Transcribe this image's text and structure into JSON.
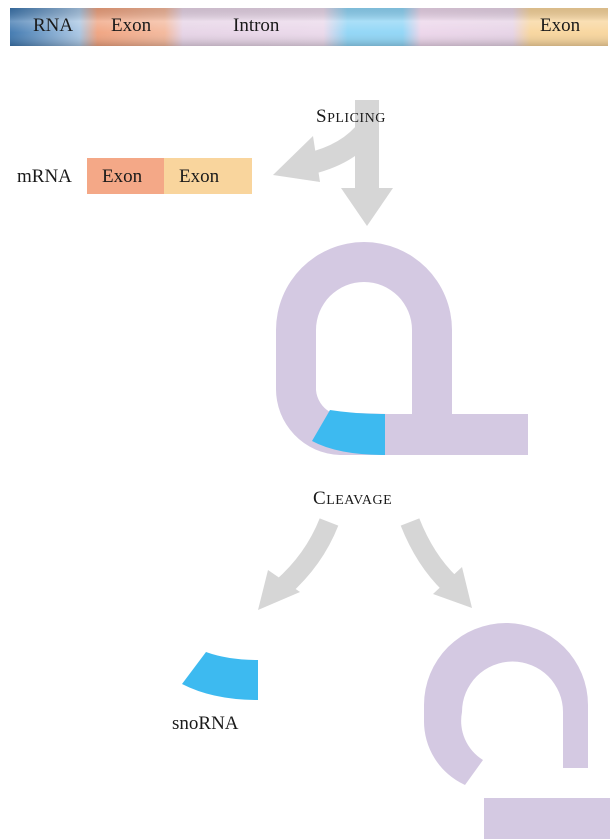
{
  "rna_strip": {
    "label_rna": "RNA",
    "label_exon_1": "Exon",
    "label_intron": "Intron",
    "label_exon_2": "Exon"
  },
  "splicing": {
    "first": "S",
    "rest": "PLICING"
  },
  "mrna": {
    "label": "mRNA",
    "exon_1": "Exon",
    "exon_2": "Exon"
  },
  "cleavage": {
    "first": "C",
    "rest": "LEAVAGE"
  },
  "snorna": {
    "label": "snoRNA"
  },
  "colors": {
    "rna_blue": "#2d6aa6",
    "exon_orange": "#f0a27e",
    "exon_yellow": "#f8d59c",
    "intron_lilac": "#d4c9e2",
    "snorna_blue": "#3dbaf0",
    "arrow_gray": "#d6d6d6"
  }
}
